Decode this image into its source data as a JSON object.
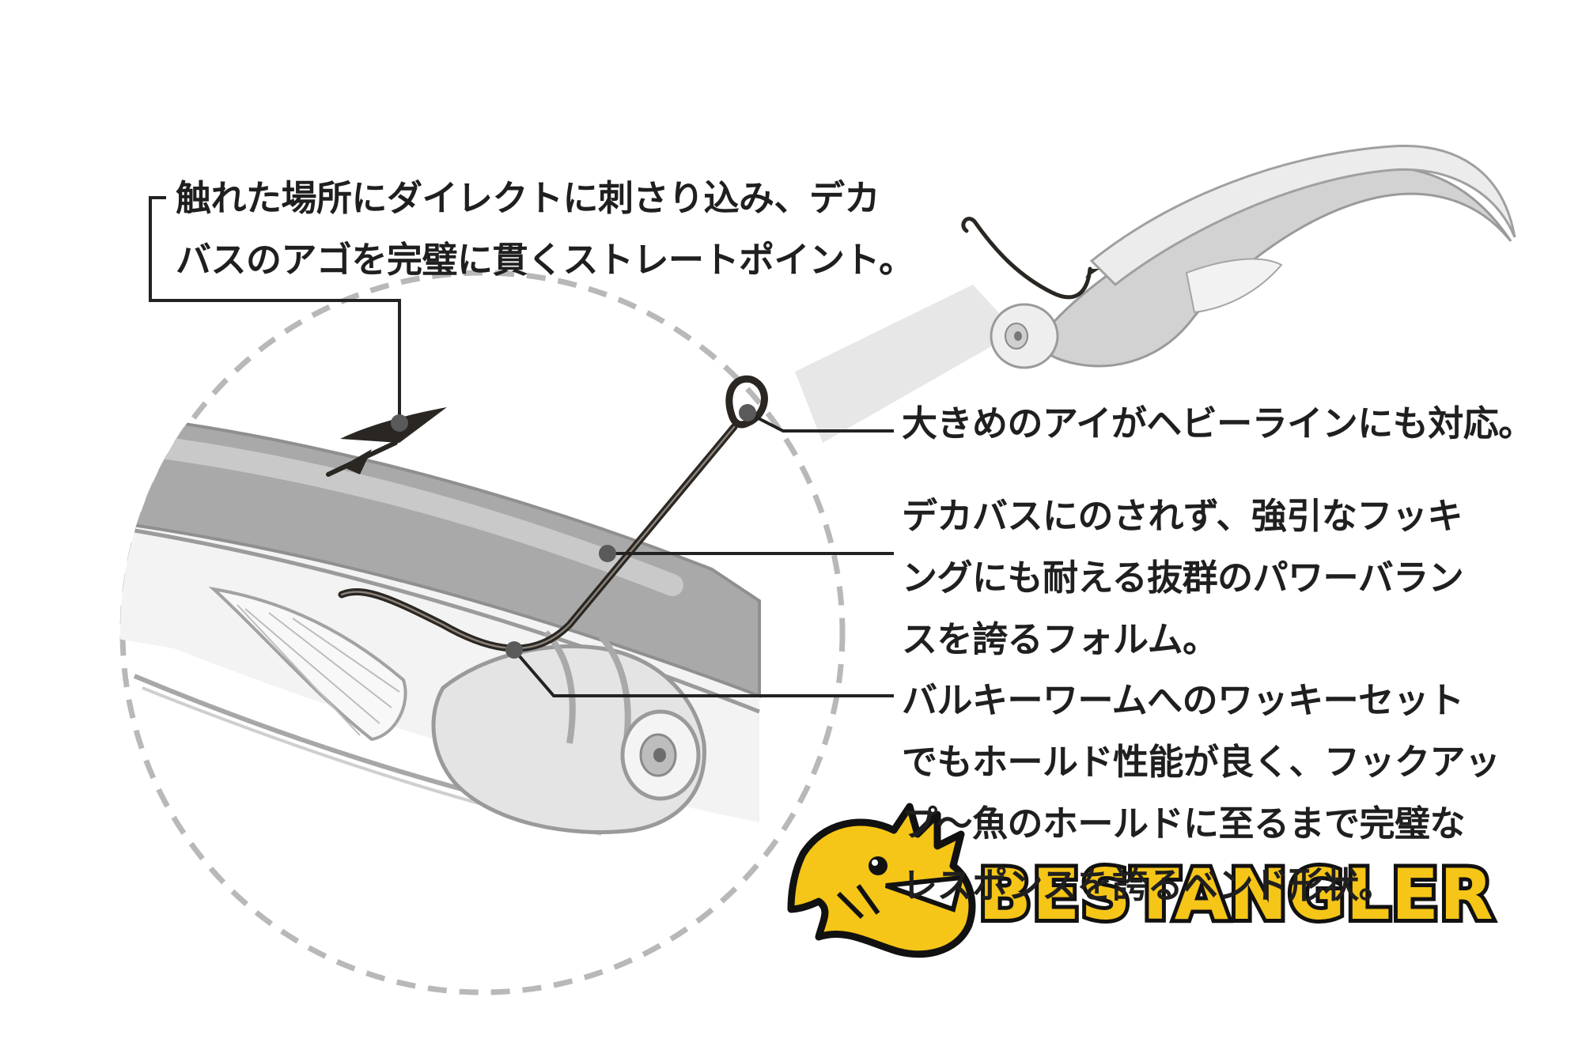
{
  "callouts": {
    "point": {
      "line1": "触れた場所にダイレクトに刺さり込み、デカ",
      "line2": "バスのアゴを完璧に貫くストレートポイント。"
    },
    "eye": {
      "line1": "大きめのアイがヘビーラインにも対応。"
    },
    "shank": {
      "line1": "デカバスにのされず、強引なフッキ",
      "line2": "ングにも耐える抜群のパワーバラン",
      "line3": "スを誇るフォルム。"
    },
    "bend": {
      "line1": "バルキーワームへのワッキーセット",
      "line2": "でもホールド性能が良く、フックアッ",
      "line3": "プ〜魚のホールドに至るまで完璧な",
      "line4": "レスポンスを誇るベンド形状。"
    }
  },
  "brand": {
    "name": "BESTANGLER",
    "mascot_icon": "piranha-mascot-icon",
    "color_fill": "#f5c518",
    "color_outline": "#111111"
  },
  "colors": {
    "text": "#1f1f1f",
    "leader": "#222222",
    "dashed_circle": "#b8b8b8",
    "lure_dark": "#a8a8a8",
    "lure_light": "#e6e6e6",
    "hook": "#2a2622"
  }
}
